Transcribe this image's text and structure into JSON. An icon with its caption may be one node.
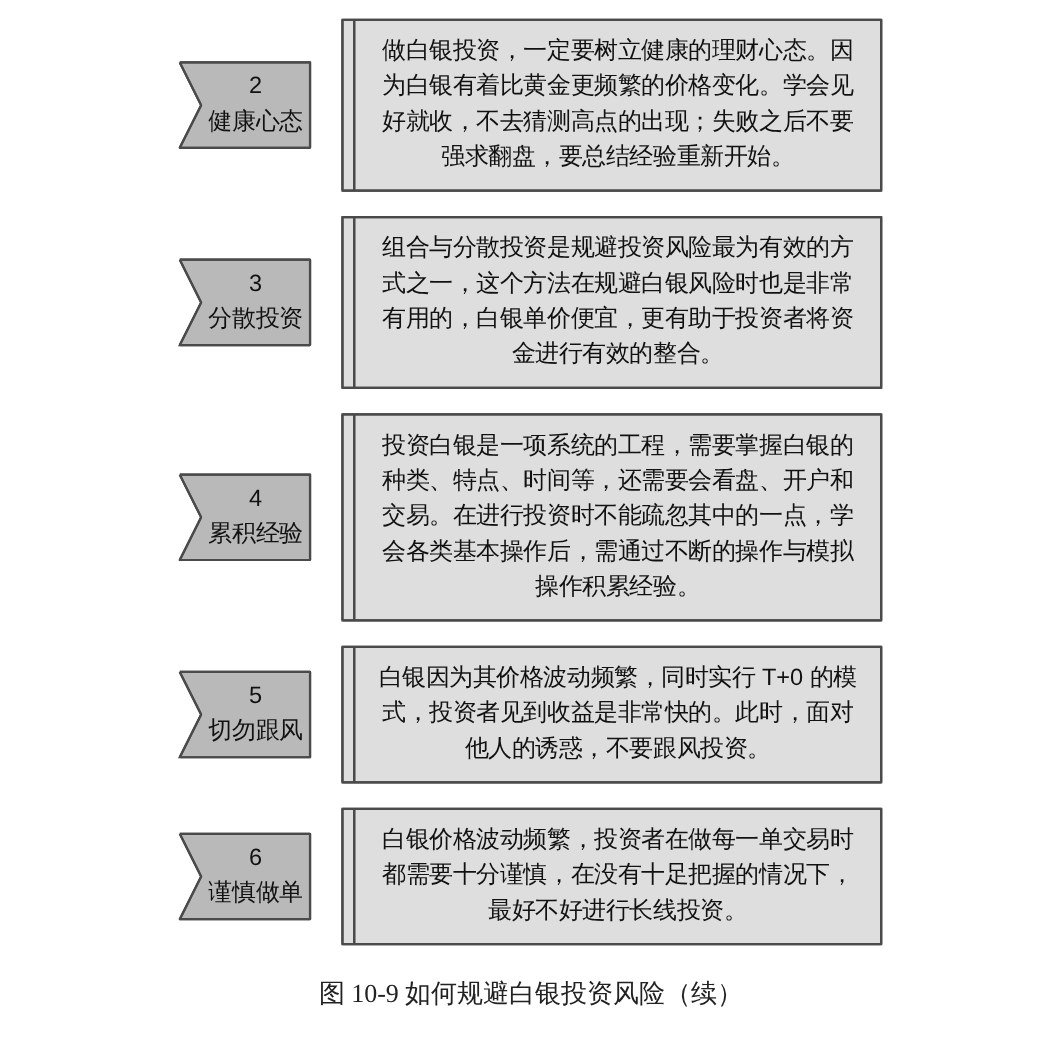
{
  "diagram": {
    "caption": "图 10-9 如何规避白银投资风险（续）",
    "nodes": [
      {
        "text": [
          "2",
          "健康心态"
        ]
      },
      {
        "text": [
          "做白银投资，一定要树立健康的理财心态。因为白银有着比黄金更频繁的价格变化。学会见好就收，不去猜测高点的出现；失败之后不要强求翻盘，要总结经验重新开始。"
        ]
      },
      {
        "text": [
          "3",
          "分散投资"
        ]
      },
      {
        "text": [
          "组合与分散投资是规避投资风险最为有效的方式之一，这个方法在规避白银风险时也是非常有用的，白银单价便宜，更有助于投资者将资金进行有效的整合。"
        ]
      },
      {
        "text": [
          "4",
          "累积经验"
        ]
      },
      {
        "text": [
          "投资白银是一项系统的工程，需要掌握白银的种类、特点、时间等，还需要会看盘、开户和交易。在进行投资时不能疏忽其中的一点，学会各类基本操作后，需通过不断的操作与模拟操作积累经验。"
        ]
      },
      {
        "text": [
          "5",
          "切勿跟风"
        ]
      },
      {
        "text": [
          "白银因为其价格波动频繁，同时实行 T+0 的模式，投资者见到收益是非常快的。此时，面对他人的诱惑，不要跟风投资。"
        ]
      },
      {
        "text": [
          "6",
          "谨慎做单"
        ]
      },
      {
        "text": [
          "白银价格波动频繁，投资者在做每一单交易时都需要十分谨慎，在没有十足把握的情况下，最好不好进行长线投资。"
        ]
      }
    ]
  }
}
